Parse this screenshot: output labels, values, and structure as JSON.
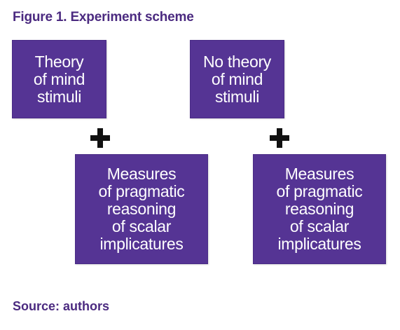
{
  "title": "Figure 1. Experiment scheme",
  "source": "Source: authors",
  "boxes": {
    "tom": {
      "lines": [
        "Theory",
        "of mind",
        "stimuli"
      ]
    },
    "no_tom": {
      "lines": [
        "No theory",
        "of mind",
        "stimuli"
      ]
    },
    "measures_left": {
      "lines": [
        "Measures",
        "of pragmatic",
        "reasoning",
        "of scalar",
        "implicatures"
      ]
    },
    "measures_right": {
      "lines": [
        "Measures",
        "of pragmatic",
        "reasoning",
        "of scalar",
        "implicatures"
      ]
    }
  },
  "connectors": {
    "left": "plus-icon",
    "right": "plus-icon"
  },
  "colors": {
    "box_fill": "#553494",
    "title_text": "#4b2a80",
    "box_text": "#ffffff",
    "plus": "#111111"
  }
}
